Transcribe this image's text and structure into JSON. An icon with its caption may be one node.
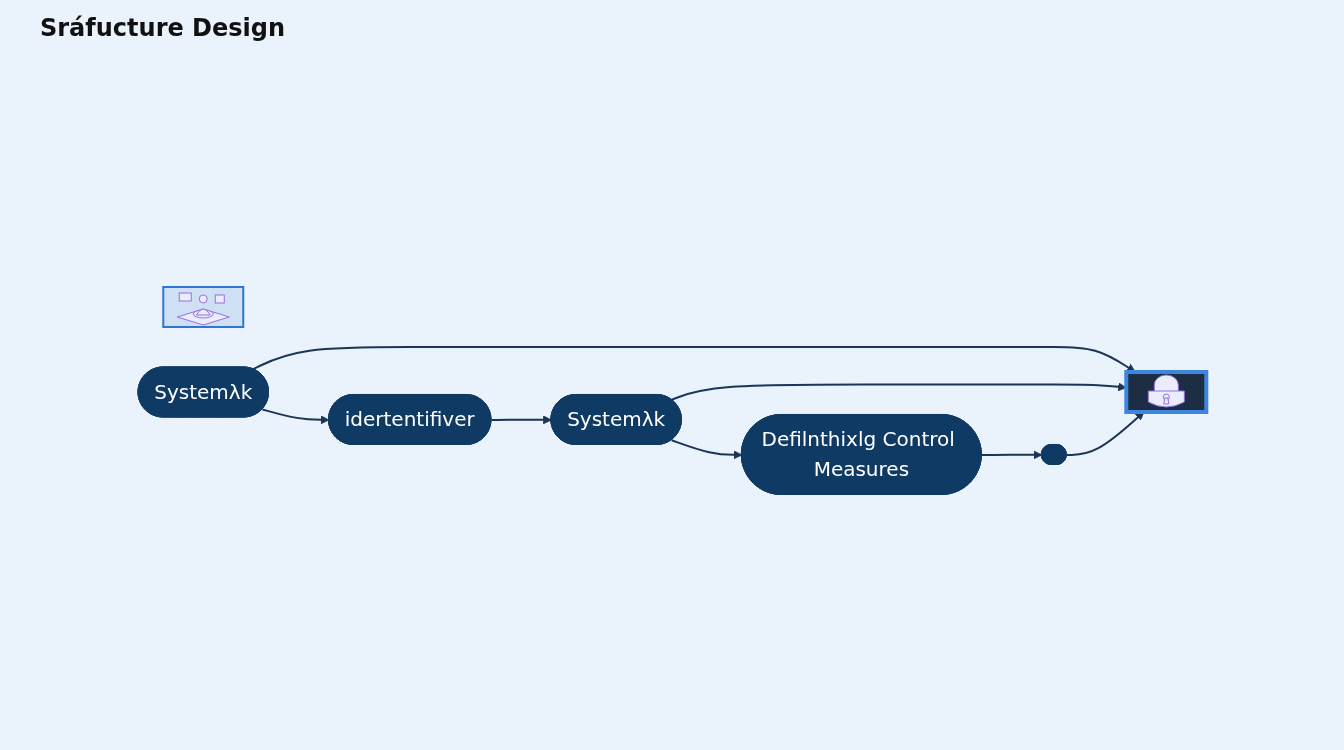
{
  "diagram": {
    "title": "Sráfucture Design",
    "nodes": [
      {
        "text": [],
        "shape": "picture"
      },
      {
        "text": [
          "Systemλk"
        ]
      },
      {
        "text": [
          "idertentifiver"
        ]
      },
      {
        "text": [
          "Systemλk"
        ]
      },
      {
        "text": [
          "Defilnthixlg Control Measures"
        ]
      },
      {
        "text": [],
        "shape": "box"
      },
      {
        "text": [],
        "shape": "picture"
      }
    ],
    "edges": [
      {
        "from": 1,
        "to": 2,
        "arrow": "to"
      },
      {
        "from": 2,
        "to": 3,
        "arrow": "to"
      },
      {
        "from": 3,
        "to": 4,
        "arrow": "to"
      },
      {
        "from": 4,
        "to": 5,
        "arrow": "to"
      },
      {
        "from": 1,
        "to": 6,
        "arrow": "to"
      },
      {
        "from": 3,
        "to": 6,
        "arrow": "to"
      },
      {
        "from": 5,
        "to": 6,
        "arrow": "to"
      }
    ]
  }
}
